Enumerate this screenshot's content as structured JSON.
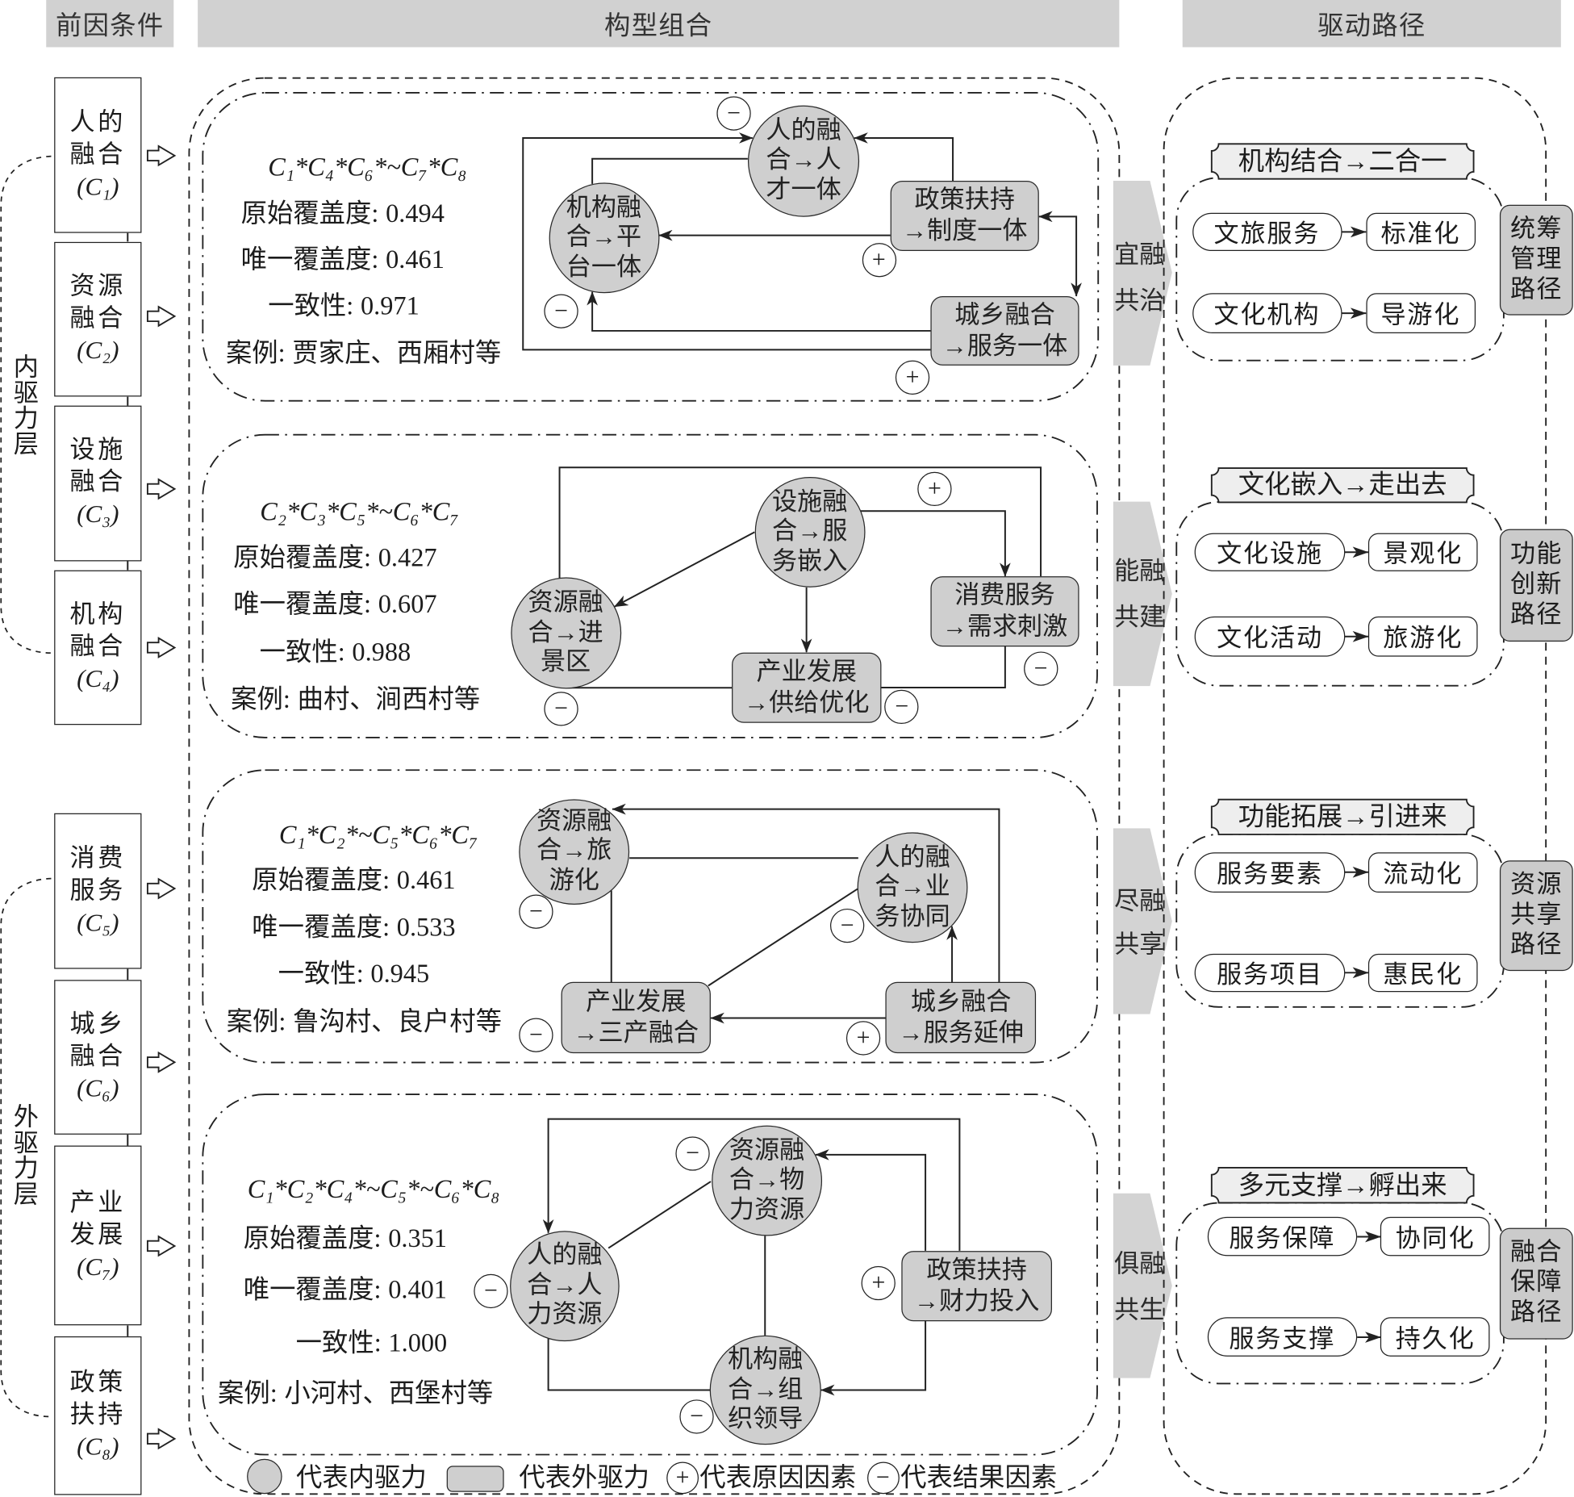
{
  "headers": {
    "antecedents": "前因条件",
    "configurations": "构型组合",
    "paths": "驱动路径"
  },
  "layers": {
    "internal": "内驱力层",
    "external": "外驱力层"
  },
  "conditions": [
    {
      "lines": [
        "人的",
        "融合"
      ],
      "code": "(C₁)",
      "layer": "internal"
    },
    {
      "lines": [
        "资源",
        "融合"
      ],
      "code": "(C₂)",
      "layer": "internal"
    },
    {
      "lines": [
        "设施",
        "融合"
      ],
      "code": "(C₃)",
      "layer": "internal"
    },
    {
      "lines": [
        "机构",
        "融合"
      ],
      "code": "(C₄)",
      "layer": "internal"
    },
    {
      "lines": [
        "消费",
        "服务"
      ],
      "code": "(C₅)",
      "layer": "external"
    },
    {
      "lines": [
        "城乡",
        "融合"
      ],
      "code": "(C₆)",
      "layer": "external"
    },
    {
      "lines": [
        "产业",
        "发展"
      ],
      "code": "(C₇)",
      "layer": "external"
    },
    {
      "lines": [
        "政策",
        "扶持"
      ],
      "code": "(C₈)",
      "layer": "external"
    }
  ],
  "stat_labels": {
    "raw_coverage": "原始覆盖度:",
    "unique_coverage": "唯一覆盖度:",
    "consistency": "一致性:",
    "cases": "案例:"
  },
  "configurations": [
    {
      "formula": "C₁*C₄*C₆*~C₇*C₈",
      "raw_coverage": "0.494",
      "unique_coverage": "0.461",
      "consistency": "0.971",
      "cases": "贾家庄、西厢村等",
      "mode_lines": [
        "宜融",
        "共治"
      ],
      "nodes": [
        {
          "drive": "internal",
          "marker": "−",
          "lines": [
            "人的融",
            "合→人",
            "才一体"
          ]
        },
        {
          "drive": "internal",
          "marker": "−",
          "lines": [
            "机构融",
            "合→平",
            "台一体"
          ]
        },
        {
          "drive": "external",
          "marker": "+",
          "lines": [
            "政策扶持",
            "→制度一体"
          ]
        },
        {
          "drive": "external",
          "marker": "+",
          "lines": [
            "城乡融合",
            "→服务一体"
          ]
        }
      ],
      "edges": [
        {
          "from": 3,
          "to": 0,
          "arrow": "forward"
        },
        {
          "from": 1,
          "to": 0,
          "arrow": "none"
        },
        {
          "from": 2,
          "to": 0,
          "arrow": "forward"
        },
        {
          "from": 2,
          "to": 1,
          "arrow": "forward"
        },
        {
          "from": 2,
          "to": 3,
          "arrow": "both"
        },
        {
          "from": 3,
          "to": 1,
          "arrow": "forward"
        }
      ]
    },
    {
      "formula": "C₂*C₃*C₅*~C₆*C₇",
      "raw_coverage": "0.427",
      "unique_coverage": "0.607",
      "consistency": "0.988",
      "cases": "曲村、涧西村等",
      "mode_lines": [
        "能融",
        "共建"
      ],
      "nodes": [
        {
          "drive": "internal",
          "marker": "+",
          "lines": [
            "设施融",
            "合→服",
            "务嵌入"
          ]
        },
        {
          "drive": "internal",
          "marker": "−",
          "lines": [
            "资源融",
            "合→进",
            "景区"
          ]
        },
        {
          "drive": "external",
          "marker": "−",
          "lines": [
            "消费服务",
            "→需求刺激"
          ]
        },
        {
          "drive": "external",
          "marker": "−",
          "lines": [
            "产业发展",
            "→供给优化"
          ]
        }
      ],
      "edges": [
        {
          "from": 1,
          "to": 2,
          "arrow": "none"
        },
        {
          "from": 0,
          "to": 2,
          "arrow": "forward"
        },
        {
          "from": 0,
          "to": 1,
          "arrow": "forward"
        },
        {
          "from": 0,
          "to": 3,
          "arrow": "forward"
        },
        {
          "from": 1,
          "to": 3,
          "arrow": "none"
        },
        {
          "from": 3,
          "to": 2,
          "arrow": "none"
        }
      ]
    },
    {
      "formula": "C₁*C₂*~C₅*C₆*C₇",
      "raw_coverage": "0.461",
      "unique_coverage": "0.533",
      "consistency": "0.945",
      "cases": "鲁沟村、良户村等",
      "mode_lines": [
        "尽融",
        "共享"
      ],
      "nodes": [
        {
          "drive": "internal",
          "marker": "−",
          "lines": [
            "资源融",
            "合→旅",
            "游化"
          ]
        },
        {
          "drive": "internal",
          "marker": "−",
          "lines": [
            "人的融",
            "合→业",
            "务协同"
          ]
        },
        {
          "drive": "external",
          "marker": "−",
          "lines": [
            "产业发展",
            "→三产融合"
          ]
        },
        {
          "drive": "external",
          "marker": "+",
          "lines": [
            "城乡融合",
            "→服务延伸"
          ]
        }
      ],
      "edges": [
        {
          "from": 3,
          "to": 0,
          "arrow": "forward"
        },
        {
          "from": 0,
          "to": 1,
          "arrow": "none"
        },
        {
          "from": 0,
          "to": 2,
          "arrow": "none"
        },
        {
          "from": 1,
          "to": 2,
          "arrow": "none"
        },
        {
          "from": 3,
          "to": 2,
          "arrow": "forward"
        },
        {
          "from": 3,
          "to": 1,
          "arrow": "forward"
        }
      ]
    },
    {
      "formula": "C₁*C₂*C₄*~C₅*~C₆*C₈",
      "raw_coverage": "0.351",
      "unique_coverage": "0.401",
      "consistency": "1.000",
      "cases": "小河村、西堡村等",
      "mode_lines": [
        "俱融",
        "共生"
      ],
      "nodes": [
        {
          "drive": "internal",
          "marker": "−",
          "lines": [
            "资源融",
            "合→物",
            "力资源"
          ]
        },
        {
          "drive": "internal",
          "marker": "−",
          "lines": [
            "人的融",
            "合→人",
            "力资源"
          ]
        },
        {
          "drive": "internal",
          "marker": "−",
          "lines": [
            "机构融",
            "合→组",
            "织领导"
          ]
        },
        {
          "drive": "external",
          "marker": "+",
          "lines": [
            "政策扶持",
            "→财力投入"
          ]
        }
      ],
      "edges": [
        {
          "from": 3,
          "to": 1,
          "arrow": "forward"
        },
        {
          "from": 3,
          "to": 0,
          "arrow": "forward"
        },
        {
          "from": 1,
          "to": 0,
          "arrow": "none"
        },
        {
          "from": 0,
          "to": 2,
          "arrow": "none"
        },
        {
          "from": 1,
          "to": 2,
          "arrow": "none"
        },
        {
          "from": 3,
          "to": 2,
          "arrow": "forward"
        }
      ]
    }
  ],
  "paths": [
    {
      "banner": "机构结合→二合一",
      "flows": [
        {
          "from": "文旅服务",
          "to": "标准化"
        },
        {
          "from": "文化机构",
          "to": "导游化"
        }
      ],
      "name_lines": [
        "统筹",
        "管理",
        "路径"
      ]
    },
    {
      "banner": "文化嵌入→走出去",
      "flows": [
        {
          "from": "文化设施",
          "to": "景观化"
        },
        {
          "from": "文化活动",
          "to": "旅游化"
        }
      ],
      "name_lines": [
        "功能",
        "创新",
        "路径"
      ]
    },
    {
      "banner": "功能拓展→引进来",
      "flows": [
        {
          "from": "服务要素",
          "to": "流动化"
        },
        {
          "from": "服务项目",
          "to": "惠民化"
        }
      ],
      "name_lines": [
        "资源",
        "共享",
        "路径"
      ]
    },
    {
      "banner": "多元支撑→孵出来",
      "flows": [
        {
          "from": "服务保障",
          "to": "协同化"
        },
        {
          "from": "服务支撑",
          "to": "持久化"
        }
      ],
      "name_lines": [
        "融合",
        "保障",
        "路径"
      ]
    }
  ],
  "legend": {
    "internal": "代表内驱力",
    "external": "代表外驱力",
    "cause_symbol": "+",
    "cause": "代表原因因素",
    "outcome_symbol": "−",
    "outcome": "代表结果因素"
  },
  "colors": {
    "header": "#d1d1d1",
    "chevron": "#d3d3d3",
    "internal_node": "#cfcfcf",
    "external_node": "#cfcfcf",
    "banner": "#eeeeee",
    "path_box": "#cbcbcb"
  }
}
